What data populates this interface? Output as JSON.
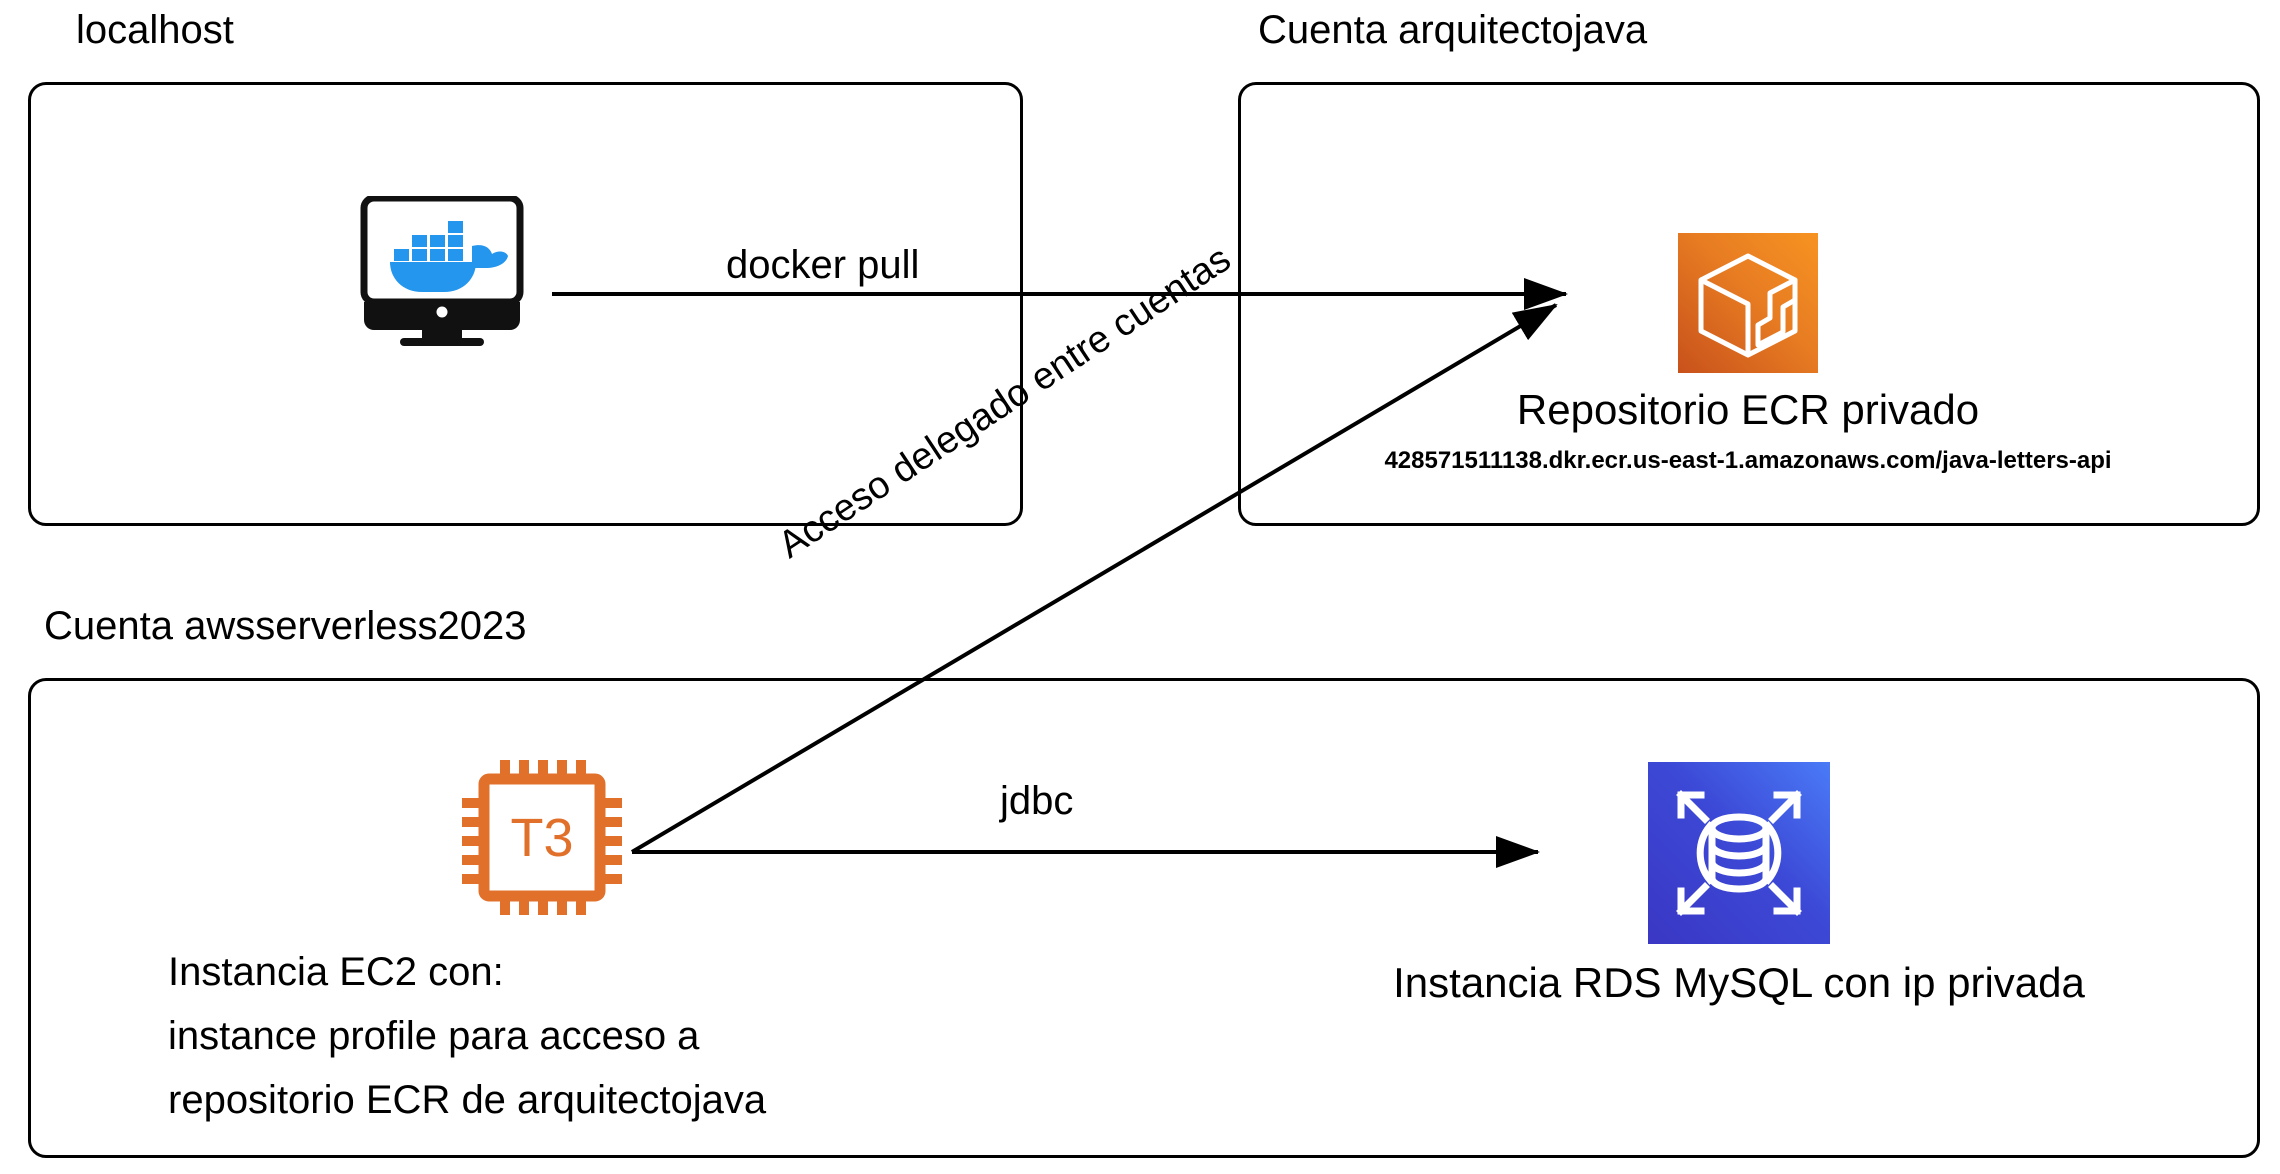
{
  "diagram": {
    "title_absent": true,
    "background": "#ffffff",
    "groups": [
      {
        "id": "localhost",
        "caption": "localhost"
      },
      {
        "id": "arquitectojava",
        "caption": "Cuenta arquitectojava"
      },
      {
        "id": "awsserverless2023",
        "caption": "Cuenta awsserverless2023"
      }
    ],
    "nodes": {
      "docker_host": {
        "icon": "docker-monitor-icon",
        "icon_color": "#2496ED",
        "caption": ""
      },
      "ecr_repository": {
        "icon": "aws-ecr-icon",
        "icon_color_from": "#F59132",
        "icon_color_to": "#D9531E",
        "caption": "Repositorio ECR privado",
        "uri": "428571511138.dkr.ecr.us-east-1.amazonaws.com/java-letters-api"
      },
      "ec2_instance": {
        "icon": "aws-ec2-chip-icon",
        "icon_color": "#E1702A",
        "chip_label": "T3",
        "description_lines": [
          "Instancia EC2 con:",
          "instance profile para acceso a",
          "repositorio ECR de arquitectojava"
        ]
      },
      "rds_instance": {
        "icon": "aws-rds-icon",
        "icon_color_from": "#4453D6",
        "icon_color_to": "#3B72F2",
        "caption": "Instancia RDS MySQL con ip privada"
      }
    },
    "connections": [
      {
        "id": "docker-pull",
        "label": "docker pull",
        "from": "docker_host",
        "to": "ecr_repository",
        "style": "solid-arrow"
      },
      {
        "id": "delegated-access",
        "label": "Acceso delegado entre cuentas",
        "from": "ec2_instance",
        "to": "ecr_repository",
        "style": "solid-arrow-diagonal"
      },
      {
        "id": "jdbc",
        "label": "jdbc",
        "from": "ec2_instance",
        "to": "rds_instance",
        "style": "solid-arrow"
      }
    ]
  }
}
